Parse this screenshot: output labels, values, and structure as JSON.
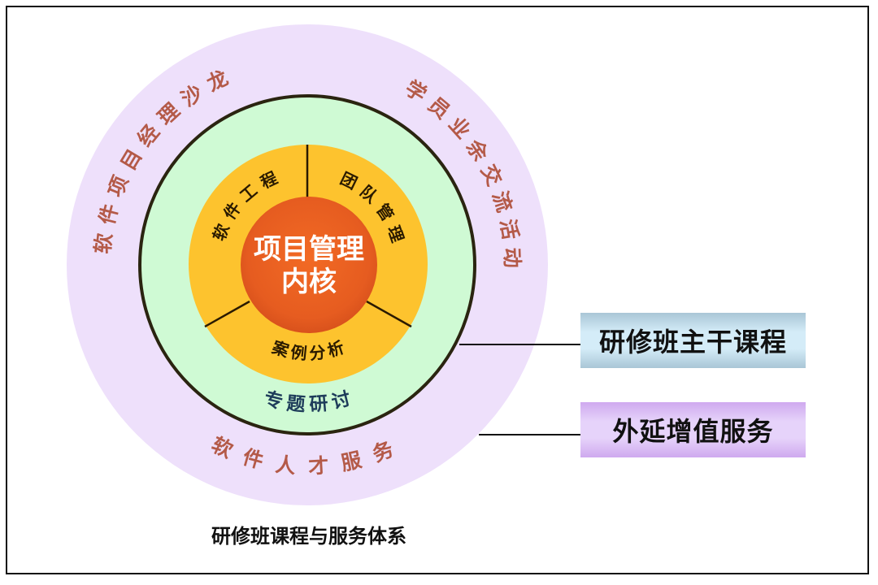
{
  "diagram": {
    "title": "研修班课程与服务体系",
    "colors": {
      "outer_ring": "#eee0fb",
      "green_ring": "#cffad4",
      "green_ring_border": "#2a2410",
      "yellow_ring": "#fdc32e",
      "core": "#e95f22",
      "outer_text": "#b45a48",
      "green_text": "#1e3c5a",
      "yellow_text": "#2a1a00",
      "core_text": "#ffffff"
    },
    "core": {
      "line1": "项目管理",
      "line2": "内核"
    },
    "yellow_ring_segments": [
      {
        "id": "software-engineering",
        "label": "软件工程"
      },
      {
        "id": "team-management",
        "label": "团队管理"
      },
      {
        "id": "case-analysis",
        "label": "案例分析"
      }
    ],
    "green_ring_label": "专题研讨",
    "outer_ring_labels": [
      {
        "id": "pm-salon",
        "label": "软件项目经理沙龙"
      },
      {
        "id": "student-activities",
        "label": "学员业余交流活动"
      },
      {
        "id": "talent-service",
        "label": "软件人才服务"
      }
    ],
    "legend": [
      {
        "id": "main-courses",
        "label": "研修班主干课程"
      },
      {
        "id": "extended-services",
        "label": "外延增值服务"
      }
    ]
  }
}
